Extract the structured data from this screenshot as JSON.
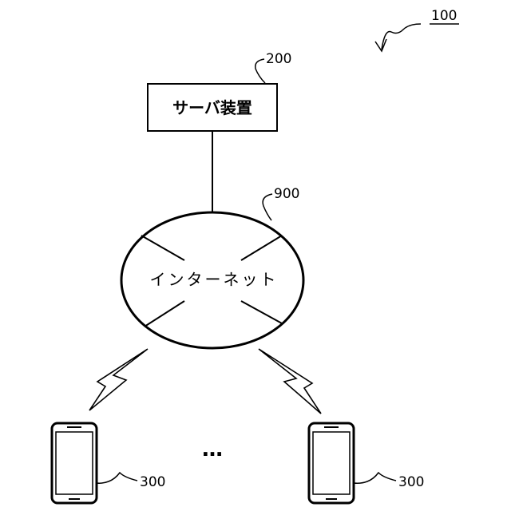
{
  "system_ref": "100",
  "server": {
    "label": "サーバ装置",
    "ref": "200"
  },
  "network": {
    "label": "インターネット",
    "ref": "900"
  },
  "terminals": [
    {
      "ref": "300"
    },
    {
      "ref": "300"
    }
  ],
  "ellipsis": "…"
}
